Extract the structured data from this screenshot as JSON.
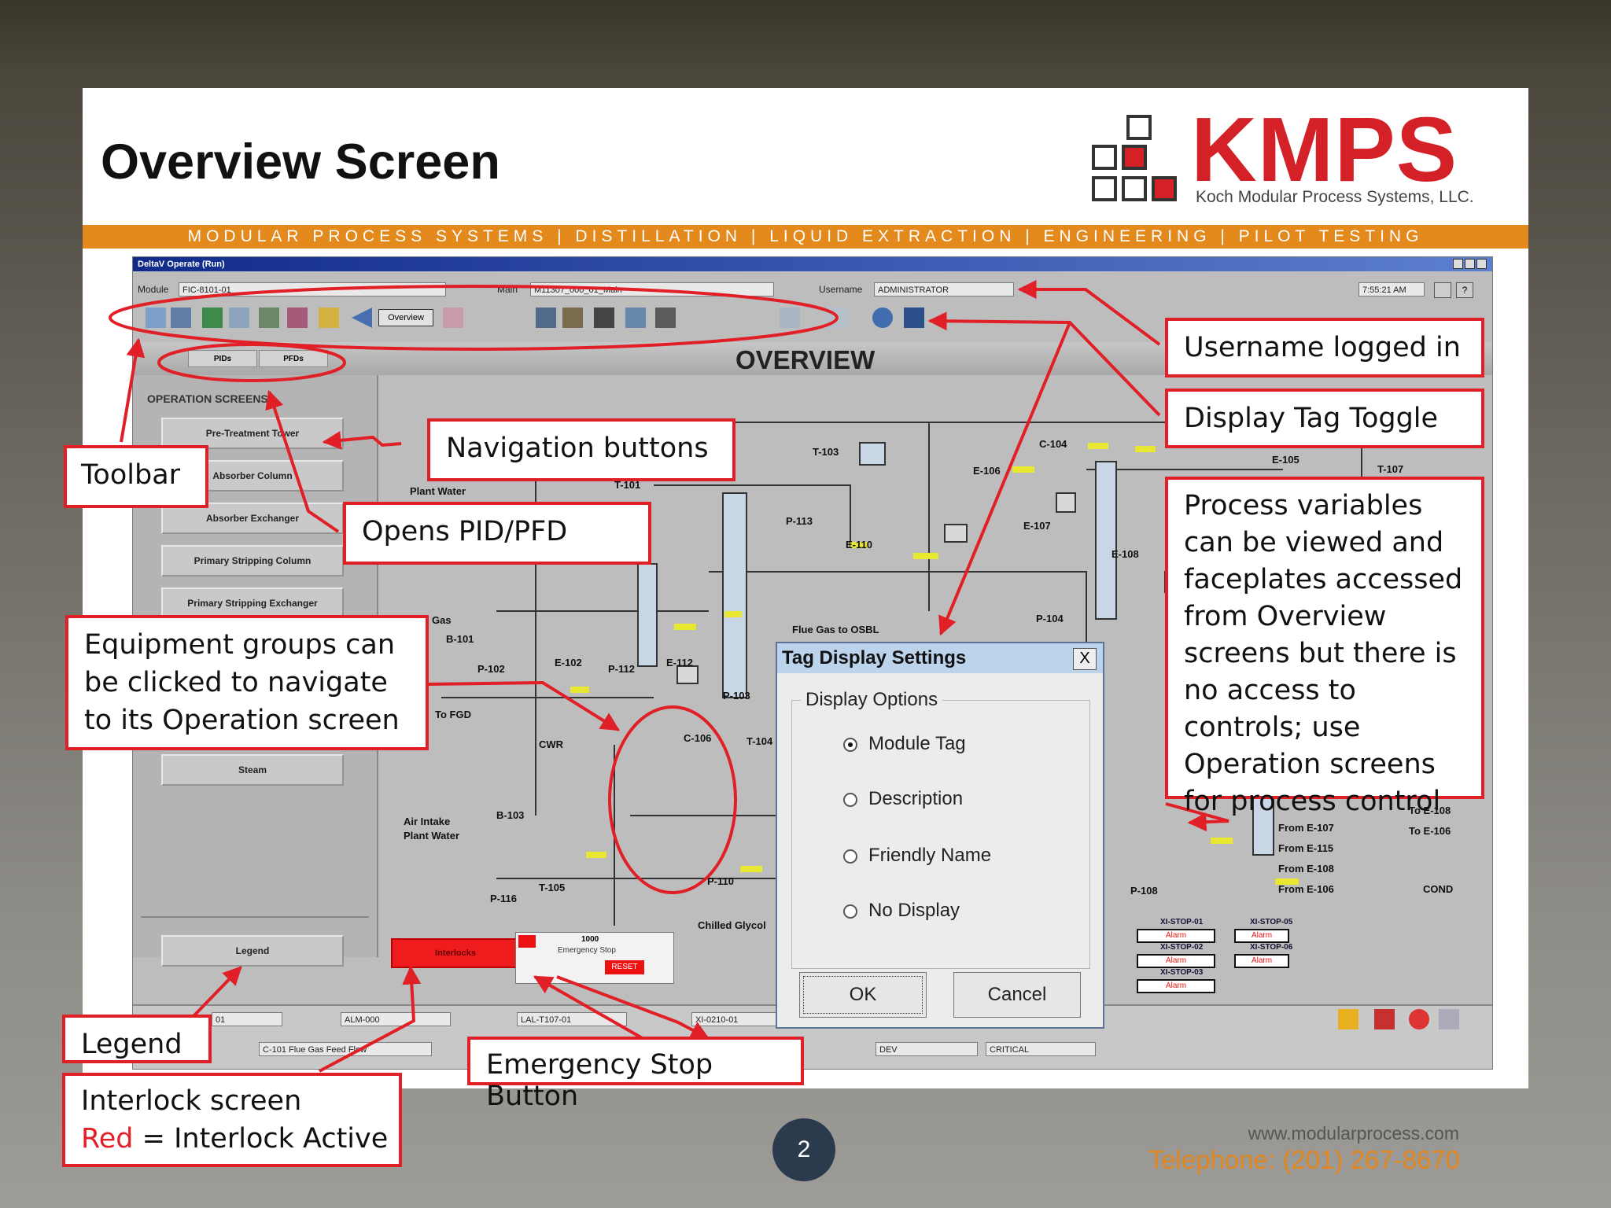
{
  "slide": {
    "title": "Overview Screen",
    "logo_text": "KMPS",
    "logo_subtitle": "Koch Modular Process Systems, LLC.",
    "banner": "MODULAR PROCESS SYSTEMS | DISTILLATION | LIQUID EXTRACTION | ENGINEERING | PILOT TESTING",
    "footer_url": "www.modularprocess.com",
    "footer_phone": "Telephone: (201) 267-8670",
    "page_number": "2"
  },
  "deltav": {
    "window_title": "DeltaV Operate (Run)",
    "module_label": "Module",
    "module_value": "FIC-8101-01",
    "main_label": "Main",
    "main_value": "M11307_000_01_Main",
    "username_label": "Username",
    "username_value": "ADMINISTRATOR",
    "time": "7:55:21 AM",
    "toolbar_overview": "Overview",
    "screen_title": "OVERVIEW",
    "tab_pids": "PIDs",
    "tab_pfds": "PFDs",
    "operation_screens_label": "OPERATION SCREENS",
    "nav_buttons": [
      "Pre-Treatment Tower",
      "Absorber Column",
      "Absorber Exchanger",
      "Primary Stripping Column",
      "Primary Stripping Exchanger",
      "Steam"
    ],
    "legend_button": "Legend",
    "interlocks_button": "Interlocks",
    "estop_code": "1000",
    "estop_label": "Emergency Stop",
    "estop_reset": "RESET",
    "alarm_tags": [
      "01",
      "ALM-000",
      "LAL-T107-01",
      "XI-0210-01"
    ],
    "alarm_desc": "C-101 Flue Gas Feed Flow",
    "alarm_area": "DEV",
    "alarm_priority": "CRITICAL",
    "equipment_labels": [
      "T-103",
      "P-113",
      "E-110",
      "C-104",
      "E-106",
      "E-107",
      "E-108",
      "E-105",
      "T-107",
      "P-104",
      "E-112",
      "P-112",
      "E-102",
      "P-102",
      "B-101",
      "P-103",
      "C-106",
      "T-104",
      "B-103",
      "T-105",
      "P-116",
      "P-110",
      "P-108",
      "T-101"
    ],
    "stream_labels": [
      "Plant Water",
      "Gas",
      "Flue Gas to OSBL",
      "To FGD",
      "CWR",
      "Air Intake",
      "Plant Water",
      "Chilled Glycol",
      "From E-107",
      "From E-115",
      "From E-108",
      "From E-106",
      "To E-108",
      "To E-106",
      "COND"
    ],
    "estop_statuses": [
      "XI-STOP-01",
      "Alarm",
      "XI-STOP-02",
      "Alarm",
      "XI-STOP-03",
      "Alarm",
      "XI-STOP-05",
      "Alarm",
      "XI-STOP-06",
      "Alarm"
    ]
  },
  "tag_dialog": {
    "title": "Tag Display Settings",
    "close": "X",
    "group_label": "Display Options",
    "options": [
      "Module Tag",
      "Description",
      "Friendly Name",
      "No Display"
    ],
    "selected_index": 0,
    "ok": "OK",
    "cancel": "Cancel"
  },
  "callouts": {
    "username": "Username logged in",
    "display_tag": "Display Tag Toggle",
    "process_vars": "Process variables can be viewed and faceplates accessed from Overview screens but there is no access to controls; use Operation screens for process control",
    "toolbar": "Toolbar",
    "navigation": "Navigation buttons",
    "pid_pfd": "Opens PID/PFD",
    "equipment": "Equipment groups can be clicked to navigate to its Operation screen",
    "legend": "Legend",
    "estop": "Emergency Stop Button",
    "interlock_line1": "Interlock screen",
    "interlock_red": "Red",
    "interlock_rest": " = Interlock Active"
  },
  "colors": {
    "accent_red": "#e11f26",
    "brand_orange": "#e4891c",
    "dialog_title": "#bcd3ec"
  }
}
